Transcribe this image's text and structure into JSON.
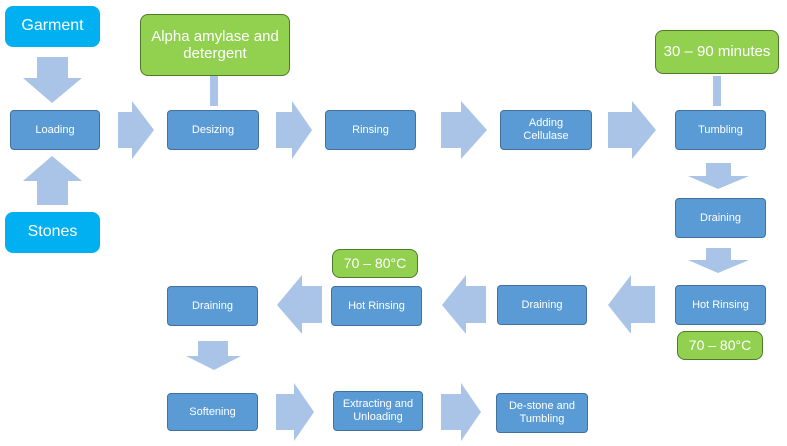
{
  "inputs": {
    "garment": "Garment",
    "stones": "Stones"
  },
  "notes": {
    "enzyme": "Alpha amylase and detergent",
    "tumble_time": "30 – 90 minutes",
    "hot_rinse_temp_1": "70 – 80°C",
    "hot_rinse_temp_2": "70 – 80°C"
  },
  "steps": {
    "loading": "Loading",
    "desizing": "Desizing",
    "rinsing": "Rinsing",
    "adding_cellulase": "Adding Cellulase",
    "tumbling": "Tumbling",
    "draining_1": "Draining",
    "hot_rinsing_1": "Hot Rinsing",
    "draining_2": "Draining",
    "hot_rinsing_2": "Hot Rinsing",
    "draining_3": "Draining",
    "softening": "Softening",
    "extracting_unloading": "Extracting and Unloading",
    "destone_tumbling": "De-stone and Tumbling"
  },
  "colors": {
    "step_fill": "#5b9bd5",
    "input_fill": "#00b0f0",
    "note_fill": "#92d050",
    "arrow_fill": "#a9c4e6"
  }
}
